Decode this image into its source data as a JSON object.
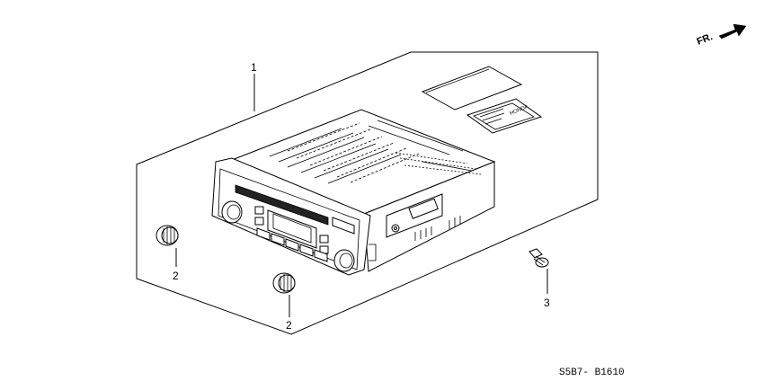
{
  "diagram": {
    "callouts": {
      "audio_unit": "1",
      "knob_left": "2",
      "knob_front": "2",
      "screw": "3"
    },
    "direction_label": "FR.",
    "drawing_code": "S5B7- B1610",
    "label_brand": "HONDA"
  }
}
